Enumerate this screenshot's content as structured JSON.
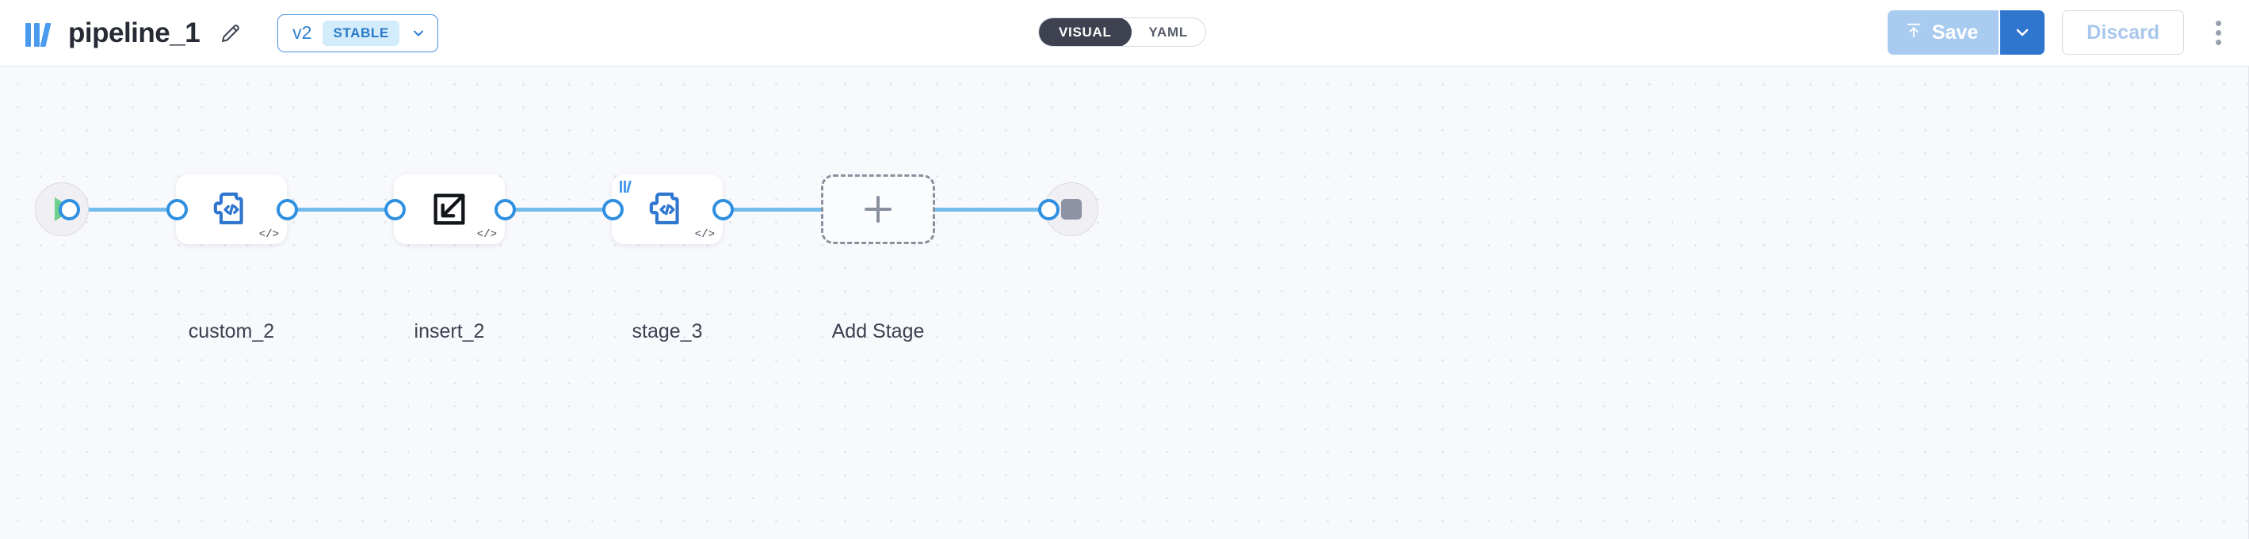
{
  "header": {
    "logo_icon": "pipeline-logo-bars-icon",
    "title": "pipeline_1",
    "edit_icon": "pencil-icon",
    "version": {
      "label": "v2",
      "badge": "STABLE",
      "chevron_icon": "chevron-down-icon"
    },
    "view_toggle": {
      "options": [
        {
          "label": "VISUAL",
          "active": true
        },
        {
          "label": "YAML",
          "active": false
        }
      ]
    },
    "actions": {
      "save_label": "Save",
      "save_icon": "upload-arrow-icon",
      "save_caret_icon": "chevron-down-icon",
      "discard_label": "Discard",
      "overflow_icon": "kebab-menu-icon"
    },
    "colors": {
      "accent_blue": "#2f76cf",
      "save_disabled": "#a9cbf0",
      "badge_bg": "#d3ecfb",
      "badge_text": "#2878c8",
      "toggle_active_bg": "#3e4150"
    }
  },
  "canvas": {
    "background": "#f8f9fc",
    "edge_color": "#72bdec",
    "handle_border": "#2f8fe0",
    "start_node": {
      "name": "start",
      "icon": "play-icon",
      "icon_color": "#6fcf8c"
    },
    "end_node": {
      "name": "end",
      "icon": "stop-square-icon",
      "icon_color": "#8e93a3"
    },
    "stages": [
      {
        "label": "custom_2",
        "icon": "puzzle-code-icon",
        "badge": "</>",
        "has_corner_logo": false
      },
      {
        "label": "insert_2",
        "icon": "insert-arrow-icon",
        "badge": "</>",
        "has_corner_logo": false
      },
      {
        "label": "stage_3",
        "icon": "puzzle-code-icon",
        "badge": "</>",
        "has_corner_logo": true
      }
    ],
    "add_stage": {
      "label": "Add Stage",
      "icon": "plus-icon"
    }
  }
}
